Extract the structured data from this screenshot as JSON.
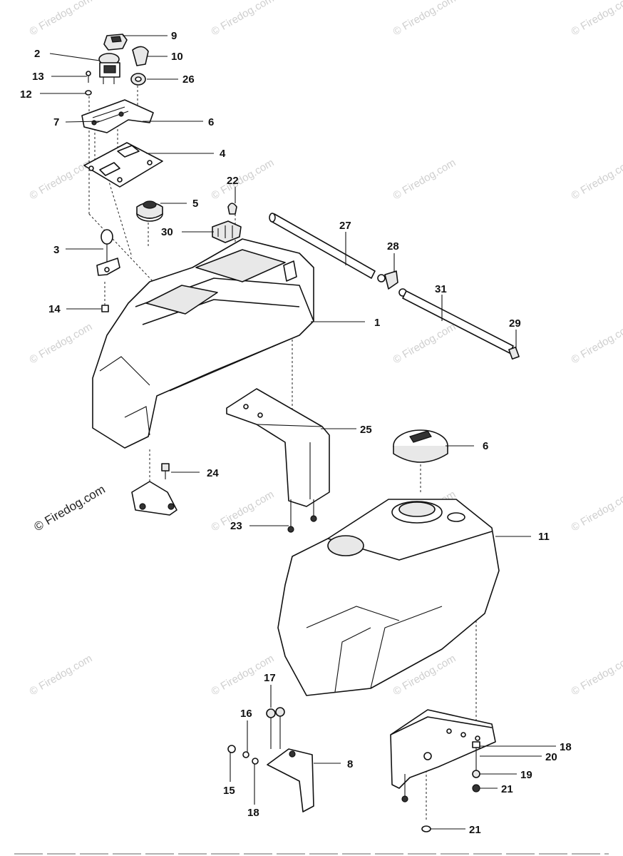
{
  "watermark": {
    "tile_text": "© Firedog.com",
    "main_text": "© Firedog.com"
  },
  "callouts": {
    "c1": "1",
    "c2": "2",
    "c3": "3",
    "c4": "4",
    "c5": "5",
    "c6a": "6",
    "c6b": "6",
    "c7": "7",
    "c8": "8",
    "c9": "9",
    "c10": "10",
    "c11": "11",
    "c12": "12",
    "c13": "13",
    "c14": "14",
    "c15": "15",
    "c16": "16",
    "c17": "17",
    "c18a": "18",
    "c18b": "18",
    "c19": "19",
    "c20": "20",
    "c21a": "21",
    "c21b": "21",
    "c22": "22",
    "c23": "23",
    "c24": "24",
    "c25": "25",
    "c26": "26",
    "c27": "27",
    "c28": "28",
    "c29": "29",
    "c30": "30",
    "c31": "31"
  },
  "colors": {
    "ink": "#111111",
    "watermark": "#cfcfcf",
    "background": "#ffffff"
  }
}
